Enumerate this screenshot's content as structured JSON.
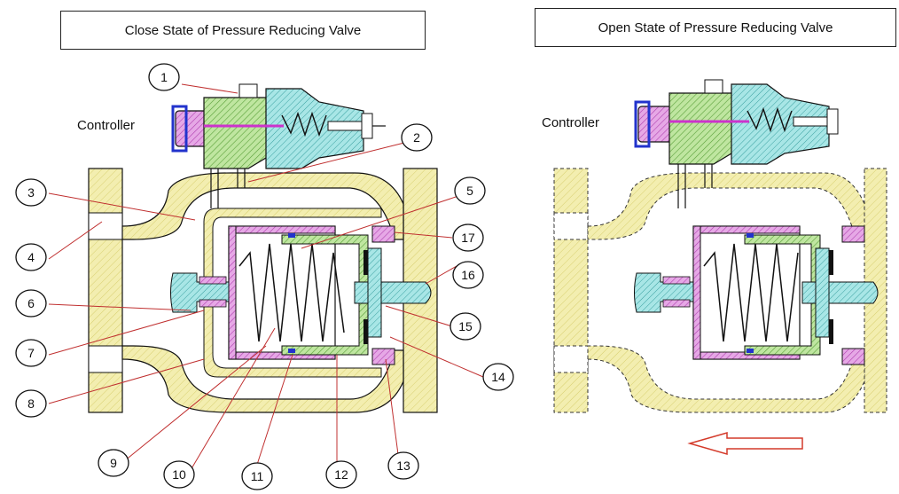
{
  "titles": {
    "close": "Close State of Pressure Reducing Valve",
    "open": "Open State of Pressure Reducing Valve"
  },
  "controller_label": "Controller",
  "callouts": [
    "1",
    "2",
    "3",
    "4",
    "5",
    "6",
    "7",
    "8",
    "9",
    "10",
    "11",
    "12",
    "13",
    "14",
    "15",
    "16",
    "17"
  ],
  "colors": {
    "body_yellow": "#f3eeb0",
    "spring_pink": "#cc66cc",
    "diaphragm_green": "#88cc66",
    "stem_cyan": "#66cccc",
    "flow_arrow": "#d43a2a",
    "outline": "#111111"
  },
  "icons": {
    "flow_direction": "left-arrow-outline"
  }
}
